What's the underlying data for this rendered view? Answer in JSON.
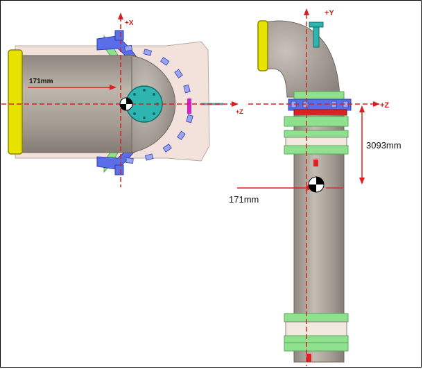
{
  "top_view": {
    "axis_x_label": "+X",
    "axis_z_label": "+Z",
    "offset_label": "171mm"
  },
  "side_view": {
    "axis_y_label": "+Y",
    "axis_z_label": "+Z",
    "height_label": "3093mm",
    "offset_label": "171mm"
  },
  "colors": {
    "pipe_body": "#a79f96",
    "flange_yellow": "#e8e200",
    "ring_blue": "#5a6ee8",
    "ring_green": "#8fe08f",
    "nozzle_teal": "#2fb5b0",
    "accent_magenta": "#d020c8",
    "dimension_red": "#e01e1e",
    "centerline_red": "#d42020"
  }
}
